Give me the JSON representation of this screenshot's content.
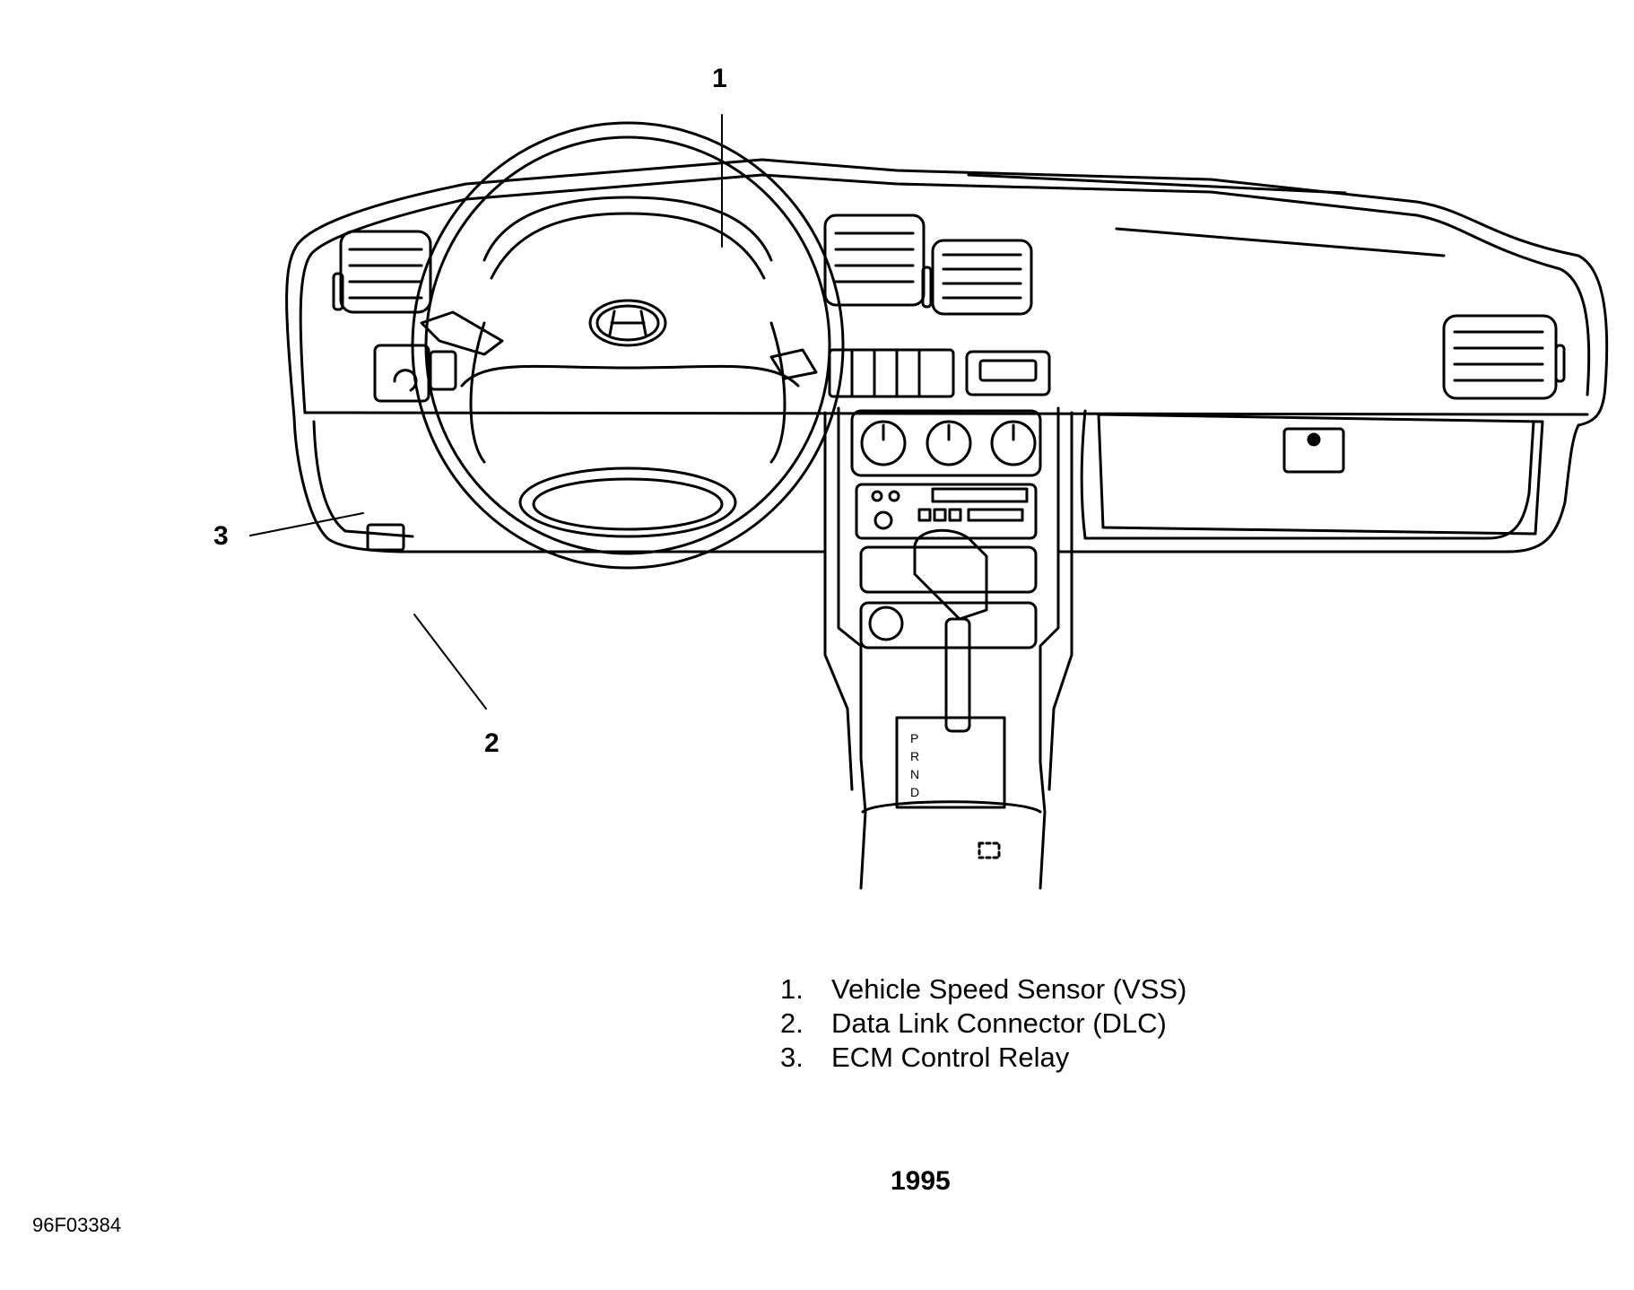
{
  "callouts": {
    "c1": "1",
    "c2": "2",
    "c3": "3"
  },
  "legend": [
    {
      "number": "1.",
      "label": "Vehicle Speed Sensor (VSS)"
    },
    {
      "number": "2.",
      "label": "Data Link Connector (DLC)"
    },
    {
      "number": "3.",
      "label": "ECM Control Relay"
    }
  ],
  "year": "1995",
  "figure_id": "96F03384",
  "shifter_letters": [
    "P",
    "R",
    "N",
    "D"
  ],
  "colors": {
    "line": "#000000",
    "background": "#ffffff"
  }
}
